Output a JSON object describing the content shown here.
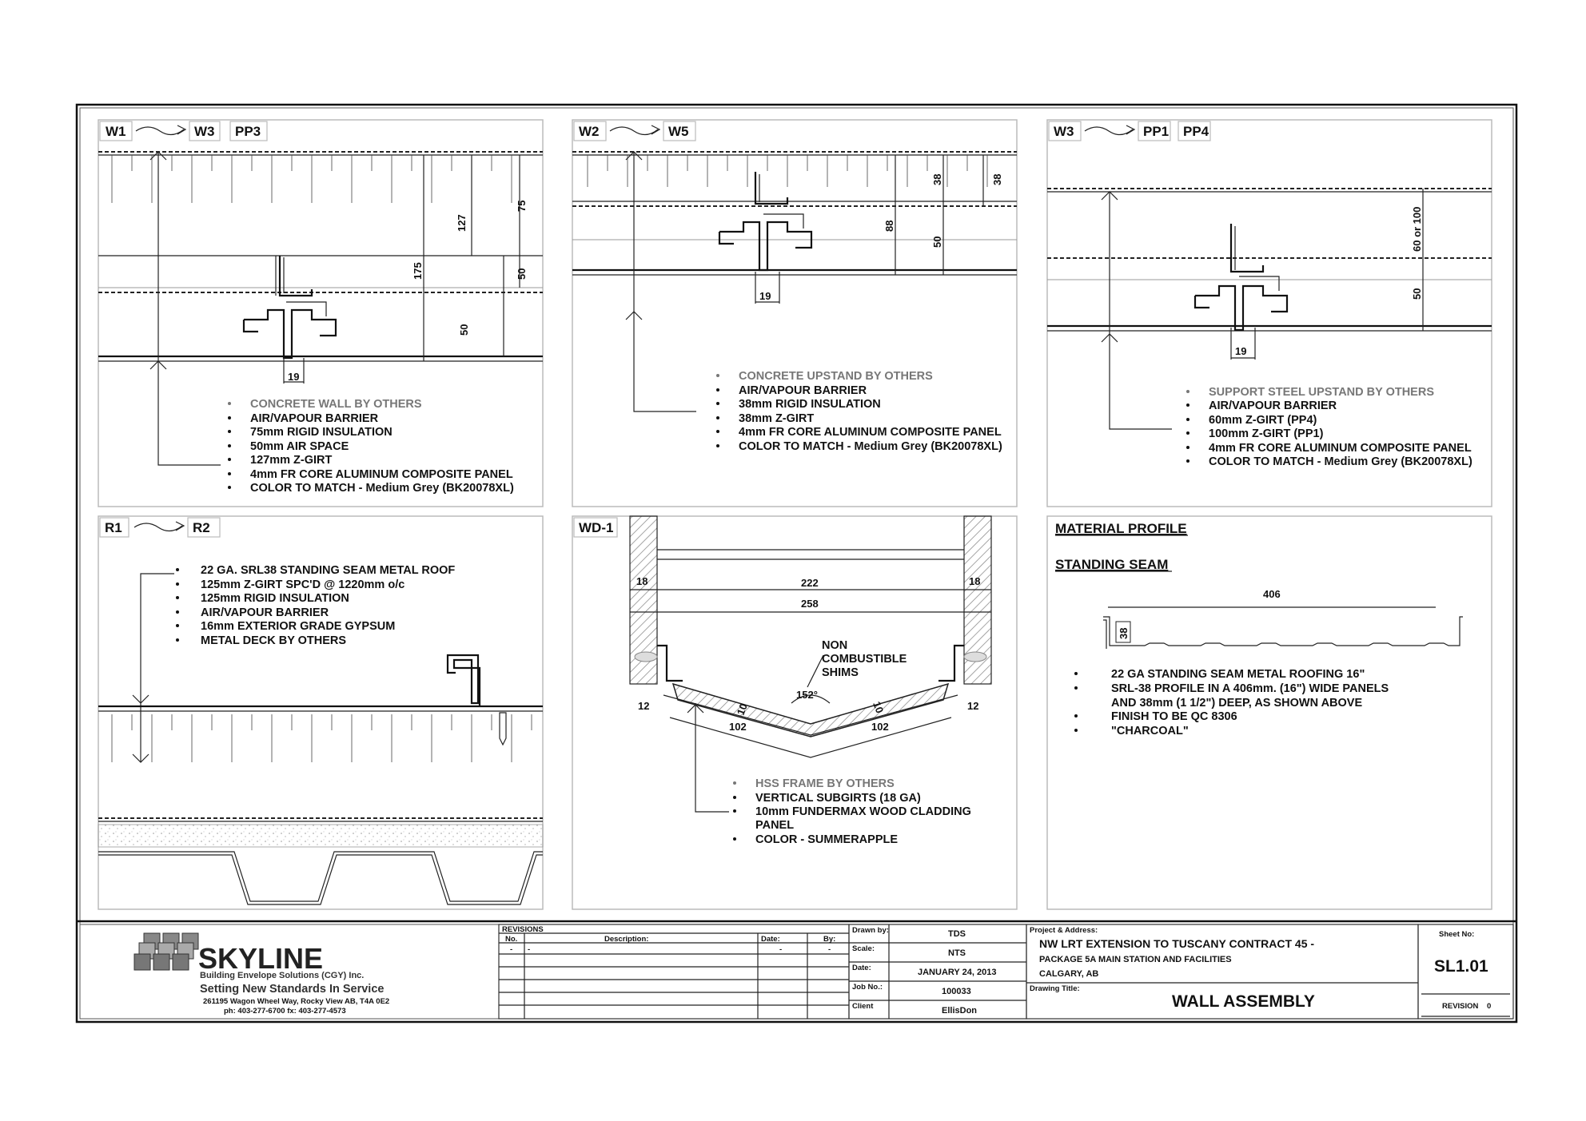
{
  "details": {
    "w1": {
      "tags": [
        "W1",
        "W3",
        "PP3"
      ],
      "dims": [
        "127",
        "75",
        "175",
        "50",
        "50",
        "19"
      ],
      "notes": [
        "CONCRETE WALL BY OTHERS",
        "AIR/VAPOUR BARRIER",
        "75mm RIGID INSULATION",
        "50mm AIR SPACE",
        "127mm Z-GIRT",
        "4mm FR CORE ALUMINUM COMPOSITE PANEL",
        "COLOR TO MATCH - Medium Grey (BK20078XL)"
      ]
    },
    "w2": {
      "tags": [
        "W2",
        "W5"
      ],
      "dims": [
        "38",
        "38",
        "88",
        "50",
        "19"
      ],
      "notes": [
        "CONCRETE UPSTAND BY OTHERS",
        "AIR/VAPOUR BARRIER",
        "38mm RIGID INSULATION",
        "38mm Z-GIRT",
        "4mm FR CORE ALUMINUM COMPOSITE PANEL",
        "COLOR TO MATCH - Medium Grey (BK20078XL)"
      ]
    },
    "w3": {
      "tags": [
        "W3",
        "PP1",
        "PP4"
      ],
      "dims": [
        "60 or 100",
        "50",
        "19"
      ],
      "notes": [
        "SUPPORT STEEL UPSTAND BY OTHERS",
        "AIR/VAPOUR BARRIER",
        "60mm Z-GIRT (PP4)",
        "100mm Z-GIRT (PP1)",
        "4mm FR CORE ALUMINUM COMPOSITE PANEL",
        "COLOR TO MATCH - Medium Grey (BK20078XL)"
      ]
    },
    "r1": {
      "tags": [
        "R1",
        "R2"
      ],
      "notes": [
        "22 GA. SRL38 STANDING SEAM METAL ROOF",
        "125mm Z-GIRT SPC'D @ 1220mm o/c",
        "125mm RIGID INSULATION",
        "AIR/VAPOUR BARRIER",
        "16mm EXTERIOR GRADE GYPSUM",
        "METAL DECK BY OTHERS"
      ]
    },
    "wd1": {
      "tags": [
        "WD-1"
      ],
      "dims": [
        "18",
        "222",
        "18",
        "258",
        "12",
        "12",
        "102",
        "102",
        "10",
        "10",
        "152°"
      ],
      "shims_label": [
        "NON",
        "COMBUSTIBLE",
        "SHIMS"
      ],
      "notes": [
        "HSS FRAME BY OTHERS",
        "VERTICAL SUBGIRTS (18 GA)",
        "10mm FUNDERMAX WOOD CLADDING",
        "PANEL",
        "COLOR - SUMMERAPPLE"
      ]
    },
    "material": {
      "heading": "MATERIAL PROFILE",
      "subheading": "STANDING SEAM",
      "dims": [
        "406",
        "38"
      ],
      "notes": [
        "22 GA STANDING SEAM METAL ROOFING 16\"",
        "SRL-38 PROFILE IN A 406mm. (16\") WIDE PANELS",
        "AND 38mm (1 1/2\") DEEP, AS SHOWN ABOVE",
        "FINISH TO BE QC 8306",
        "\"CHARCOAL\""
      ]
    }
  },
  "title_block": {
    "logo": {
      "name": "SKYLINE",
      "subtitle": "Building Envelope Solutions (CGY) Inc.",
      "tagline": "Setting New Standards In Service",
      "address": "261195 Wagon Wheel Way, Rocky View AB, T4A 0E2",
      "contact": "ph: 403-277-6700   fx: 403-277-4573"
    },
    "revisions": {
      "title": "REVISIONS",
      "headers": [
        "No.",
        "Description:",
        "Date:",
        "By:"
      ],
      "row1": [
        "-",
        "-",
        "-",
        "-"
      ]
    },
    "drawn_by_label": "Drawn by:",
    "drawn_by": "TDS",
    "scale_label": "Scale:",
    "scale": "NTS",
    "date_label": "Date:",
    "date": "JANUARY 24, 2013",
    "job_label": "Job No.:",
    "job_no": "100033",
    "client_label": "Client",
    "client": "EllisDon",
    "project_label": "Project & Address:",
    "project_line1": "NW LRT EXTENSION TO TUSCANY CONTRACT 45 -",
    "project_line2": "PACKAGE 5A MAIN STATION AND FACILITIES",
    "project_line3": "CALGARY, AB",
    "drawing_title_label": "Drawing Title:",
    "drawing_title": "WALL ASSEMBLY",
    "sheet_label": "Sheet No:",
    "sheet_no": "SL1.01",
    "revision_label": "REVISION",
    "revision": "0"
  }
}
